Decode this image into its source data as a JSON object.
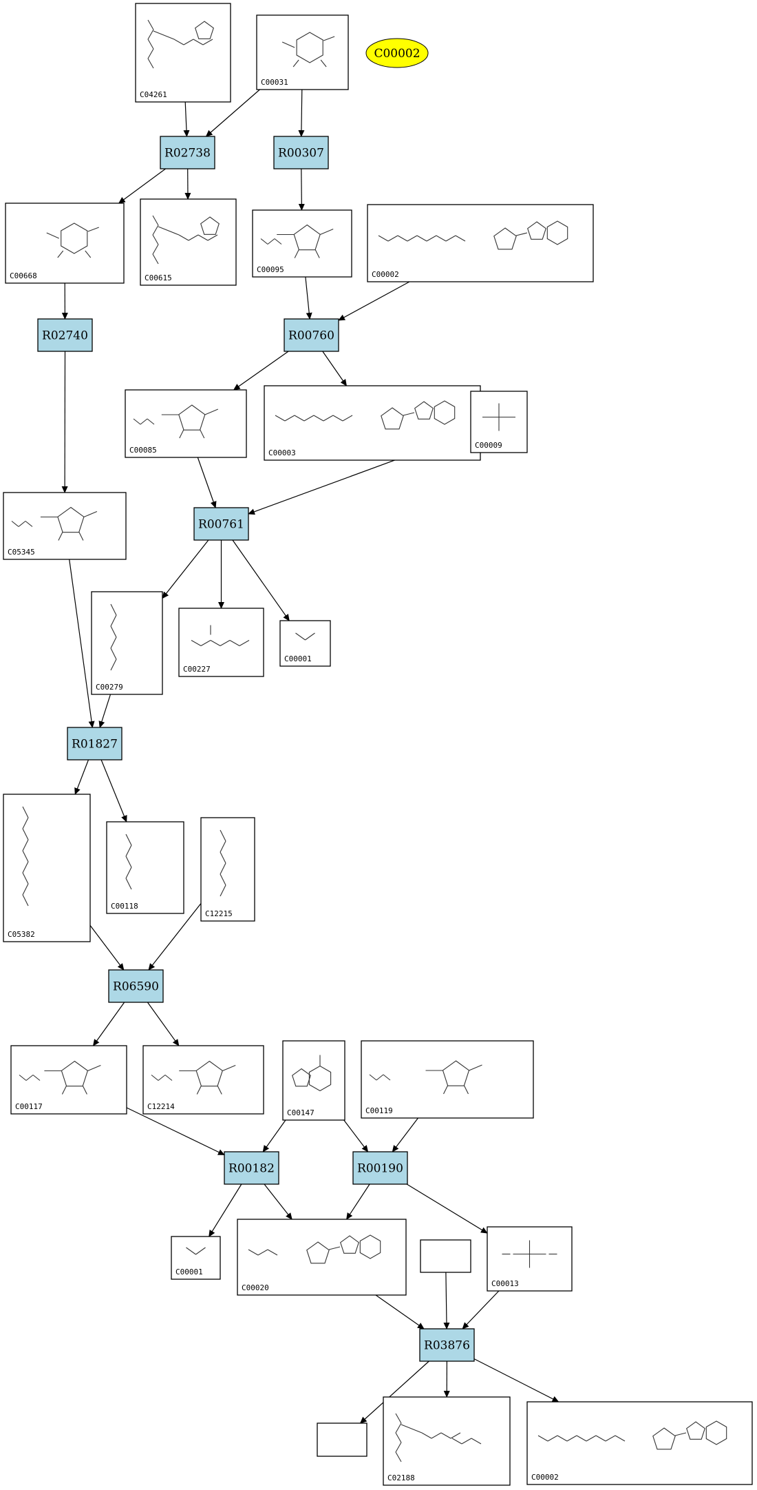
{
  "legend_compound": "C00002",
  "colors": {
    "reaction_fill": "#add8e6",
    "legend_fill": "#ffff00",
    "stroke": "#000000"
  },
  "reactions": [
    {
      "id": "R02738"
    },
    {
      "id": "R00307"
    },
    {
      "id": "R02740"
    },
    {
      "id": "R00760"
    },
    {
      "id": "R00761"
    },
    {
      "id": "R01827"
    },
    {
      "id": "R06590"
    },
    {
      "id": "R00182"
    },
    {
      "id": "R00190"
    },
    {
      "id": "R03876"
    }
  ],
  "compounds": [
    {
      "key": "c04261",
      "label": "C04261",
      "glyph": "protein"
    },
    {
      "key": "c00031",
      "label": "C00031",
      "glyph": "pyranose"
    },
    {
      "key": "c00668",
      "label": "C00668",
      "glyph": "pyranose"
    },
    {
      "key": "c00615",
      "label": "C00615",
      "glyph": "protein"
    },
    {
      "key": "c00095",
      "label": "C00095",
      "glyph": "furanose"
    },
    {
      "key": "c00002a",
      "label": "C00002",
      "glyph": "nucleotide"
    },
    {
      "key": "c00085",
      "label": "C00085",
      "glyph": "furanose"
    },
    {
      "key": "c00003",
      "label": "C00003",
      "glyph": "nucleotide"
    },
    {
      "key": "c00009",
      "label": "C00009",
      "glyph": "phosphate"
    },
    {
      "key": "c05345",
      "label": "C05345",
      "glyph": "furanose"
    },
    {
      "key": "c00279",
      "label": "C00279",
      "glyph": "chain"
    },
    {
      "key": "c00227",
      "label": "C00227",
      "glyph": "small"
    },
    {
      "key": "c00001a",
      "label": "C00001",
      "glyph": "water"
    },
    {
      "key": "c05382",
      "label": "C05382",
      "glyph": "chain"
    },
    {
      "key": "c00118",
      "label": "C00118",
      "glyph": "chain"
    },
    {
      "key": "c12215",
      "label": "C12215",
      "glyph": "chain"
    },
    {
      "key": "c00117",
      "label": "C00117",
      "glyph": "furanose"
    },
    {
      "key": "c12214",
      "label": "C12214",
      "glyph": "furanose"
    },
    {
      "key": "c00147",
      "label": "C00147",
      "glyph": "purine"
    },
    {
      "key": "c00119",
      "label": "C00119",
      "glyph": "furanose"
    },
    {
      "key": "c00001b",
      "label": "C00001",
      "glyph": "water"
    },
    {
      "key": "c00020",
      "label": "C00020",
      "glyph": "nucleotide"
    },
    {
      "key": "blank1",
      "label": "",
      "glyph": "none"
    },
    {
      "key": "c00013",
      "label": "C00013",
      "glyph": "phosphate"
    },
    {
      "key": "blank2",
      "label": "",
      "glyph": "none"
    },
    {
      "key": "c02188",
      "label": "C02188",
      "glyph": "protein"
    },
    {
      "key": "c00002b",
      "label": "C00002",
      "glyph": "nucleotide"
    }
  ],
  "edges": [
    [
      "c04261",
      "R02738"
    ],
    [
      "c00031",
      "R02738"
    ],
    [
      "c00031",
      "R00307"
    ],
    [
      "R02738",
      "c00668"
    ],
    [
      "R02738",
      "c00615"
    ],
    [
      "R00307",
      "c00095"
    ],
    [
      "c00668",
      "R02740"
    ],
    [
      "c00095",
      "R00760"
    ],
    [
      "c00002a",
      "R00760"
    ],
    [
      "R00760",
      "c00085"
    ],
    [
      "R00760",
      "c00003"
    ],
    [
      "R02740",
      "c05345"
    ],
    [
      "c00085",
      "R00761"
    ],
    [
      "c00009",
      "R00761"
    ],
    [
      "R00761",
      "c00279"
    ],
    [
      "R00761",
      "c00227"
    ],
    [
      "R00761",
      "c00001a"
    ],
    [
      "c05345",
      "R01827"
    ],
    [
      "c00279",
      "R01827"
    ],
    [
      "R01827",
      "c05382"
    ],
    [
      "R01827",
      "c00118"
    ],
    [
      "c05382",
      "R06590"
    ],
    [
      "c12215",
      "R06590"
    ],
    [
      "R06590",
      "c00117"
    ],
    [
      "R06590",
      "c12214"
    ],
    [
      "c00117",
      "R00182"
    ],
    [
      "c00147",
      "R00182"
    ],
    [
      "c00147",
      "R00190"
    ],
    [
      "c00119",
      "R00190"
    ],
    [
      "R00182",
      "c00001b"
    ],
    [
      "R00182",
      "c00020"
    ],
    [
      "R00190",
      "c00020"
    ],
    [
      "R00190",
      "c00013"
    ],
    [
      "c00020",
      "R03876"
    ],
    [
      "blank1",
      "R03876"
    ],
    [
      "c00013",
      "R03876"
    ],
    [
      "R03876",
      "blank2"
    ],
    [
      "R03876",
      "c02188"
    ],
    [
      "R03876",
      "c00002b"
    ]
  ]
}
